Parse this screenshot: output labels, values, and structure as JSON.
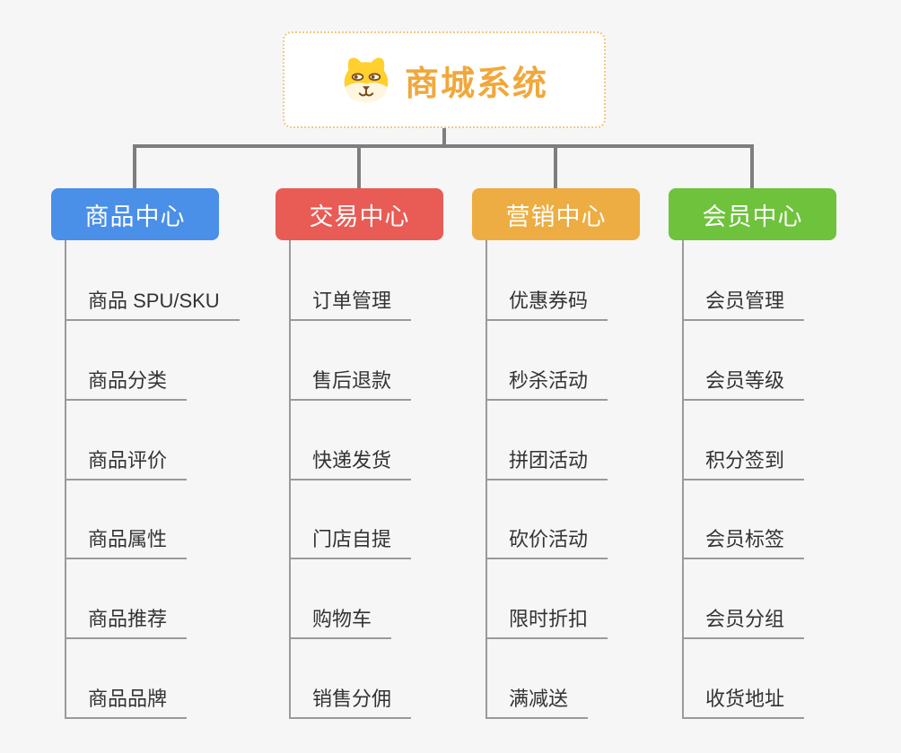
{
  "root": {
    "title": "商城系统",
    "icon": "dog-face-icon"
  },
  "branches": [
    {
      "label": "商品中心",
      "color": "#4a8fe8",
      "children": [
        "商品 SPU/SKU",
        "商品分类",
        "商品评价",
        "商品属性",
        "商品推荐",
        "商品品牌"
      ]
    },
    {
      "label": "交易中心",
      "color": "#e85c55",
      "children": [
        "订单管理",
        "售后退款",
        "快递发货",
        "门店自提",
        "购物车",
        "销售分佣"
      ]
    },
    {
      "label": "营销中心",
      "color": "#edad42",
      "children": [
        "优惠券码",
        "秒杀活动",
        "拼团活动",
        "砍价活动",
        "限时折扣",
        "满减送"
      ]
    },
    {
      "label": "会员中心",
      "color": "#6ec23c",
      "children": [
        "会员管理",
        "会员等级",
        "积分签到",
        "会员标签",
        "会员分组",
        "收货地址"
      ]
    }
  ],
  "colors": {
    "background": "#f6f6f6",
    "root_title": "#f0a83c",
    "root_border": "#f3c77e",
    "connector": "#7e7e7e",
    "child_line": "#9a9a9a",
    "child_text": "#333333",
    "branch_text": "#ffffff",
    "branch_blue": "#4a8fe8",
    "branch_red": "#e85c55",
    "branch_orange": "#edad42",
    "branch_green": "#6ec23c",
    "dog_yellow": "#ffd02e",
    "dog_cream": "#fff6df",
    "dog_brown": "#7a4a1f"
  }
}
